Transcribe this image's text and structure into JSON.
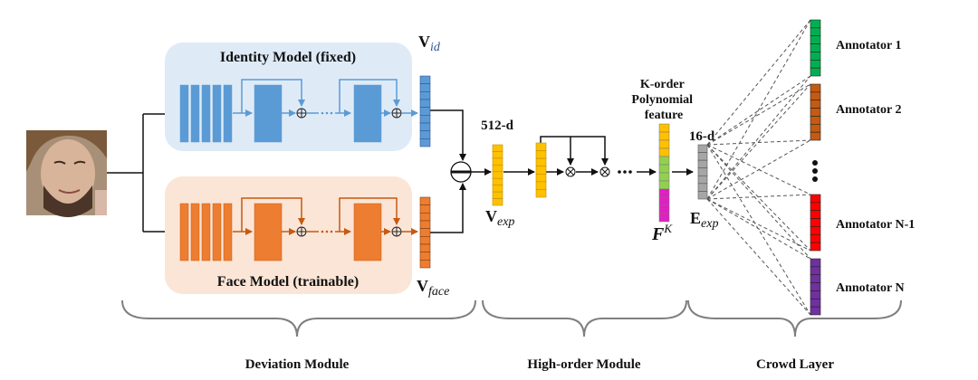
{
  "identity_model": {
    "title": "Identity Model (fixed)",
    "vector_label": "V",
    "vector_sub": "id",
    "color": "#5b9bd5",
    "bg": "#deebf7"
  },
  "face_model": {
    "title": "Face Model (trainable)",
    "vector_label": "V",
    "vector_sub": "face",
    "color": "#ed7d31",
    "bg": "#fbe5d6"
  },
  "expression": {
    "dim_label": "512-d",
    "vector_label": "V",
    "vector_sub": "exp",
    "color": "#ffc000"
  },
  "polynomial": {
    "title_lines": [
      "K-order",
      "Polynomial",
      "feature"
    ],
    "vector_label": "F",
    "vector_sup": "K",
    "colors": [
      "#ffc000",
      "#92d050",
      "#e020c0"
    ]
  },
  "embedding": {
    "dim_label": "16-d",
    "vector_label": "E",
    "vector_sub": "exp",
    "color": "#a6a6a6"
  },
  "annotators": [
    {
      "label": "Annotator 1",
      "color": "#00b050"
    },
    {
      "label": "Annotator 2",
      "color": "#c55a11"
    },
    {
      "label": "Annotator N-1",
      "color": "#ff0000"
    },
    {
      "label": "Annotator N",
      "color": "#7030a0"
    }
  ],
  "ellipsis": "⋮",
  "modules": [
    {
      "label": "Deviation Module"
    },
    {
      "label": "High-order Module"
    },
    {
      "label": "Crowd Layer"
    }
  ],
  "icons": {
    "subtract": "subtract-operator-icon",
    "add": "add-operator-icon",
    "multiply": "multiply-operator-icon"
  }
}
